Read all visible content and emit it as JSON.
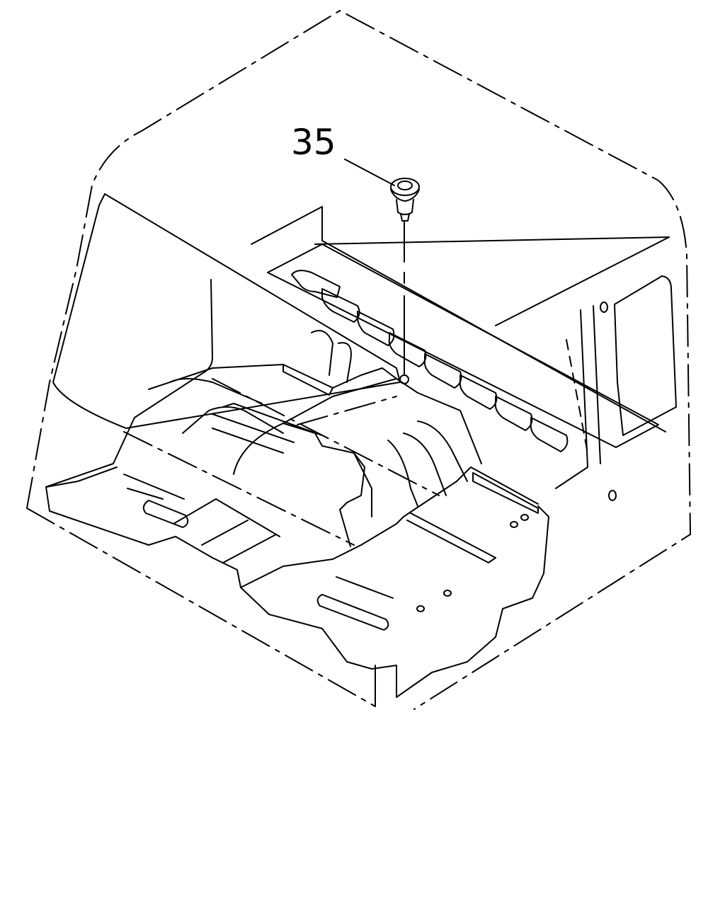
{
  "diagram": {
    "callouts": [
      {
        "id": "35",
        "label": "35"
      }
    ],
    "parts": [
      {
        "icon": "plug-clip-icon",
        "callout": "35"
      },
      {
        "icon": "floor-panel-icon"
      }
    ],
    "colors": {
      "line": "#000000",
      "background": "#ffffff"
    }
  }
}
